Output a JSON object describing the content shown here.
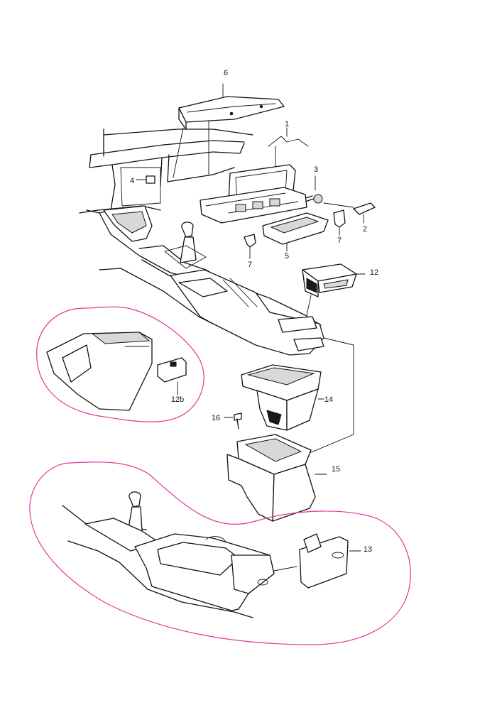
{
  "labels": {
    "p1": "1",
    "p2": "2",
    "p3": "3",
    "p4": "4",
    "p5": "5",
    "p6": "6",
    "p7a": "7",
    "p7b": "7",
    "p12": "12",
    "p12b": "12b",
    "p13": "13",
    "p14": "14",
    "p15": "15",
    "p16": "16"
  },
  "colors": {
    "line": "#111111",
    "annotation": "#e0359a",
    "background": "#ffffff"
  }
}
